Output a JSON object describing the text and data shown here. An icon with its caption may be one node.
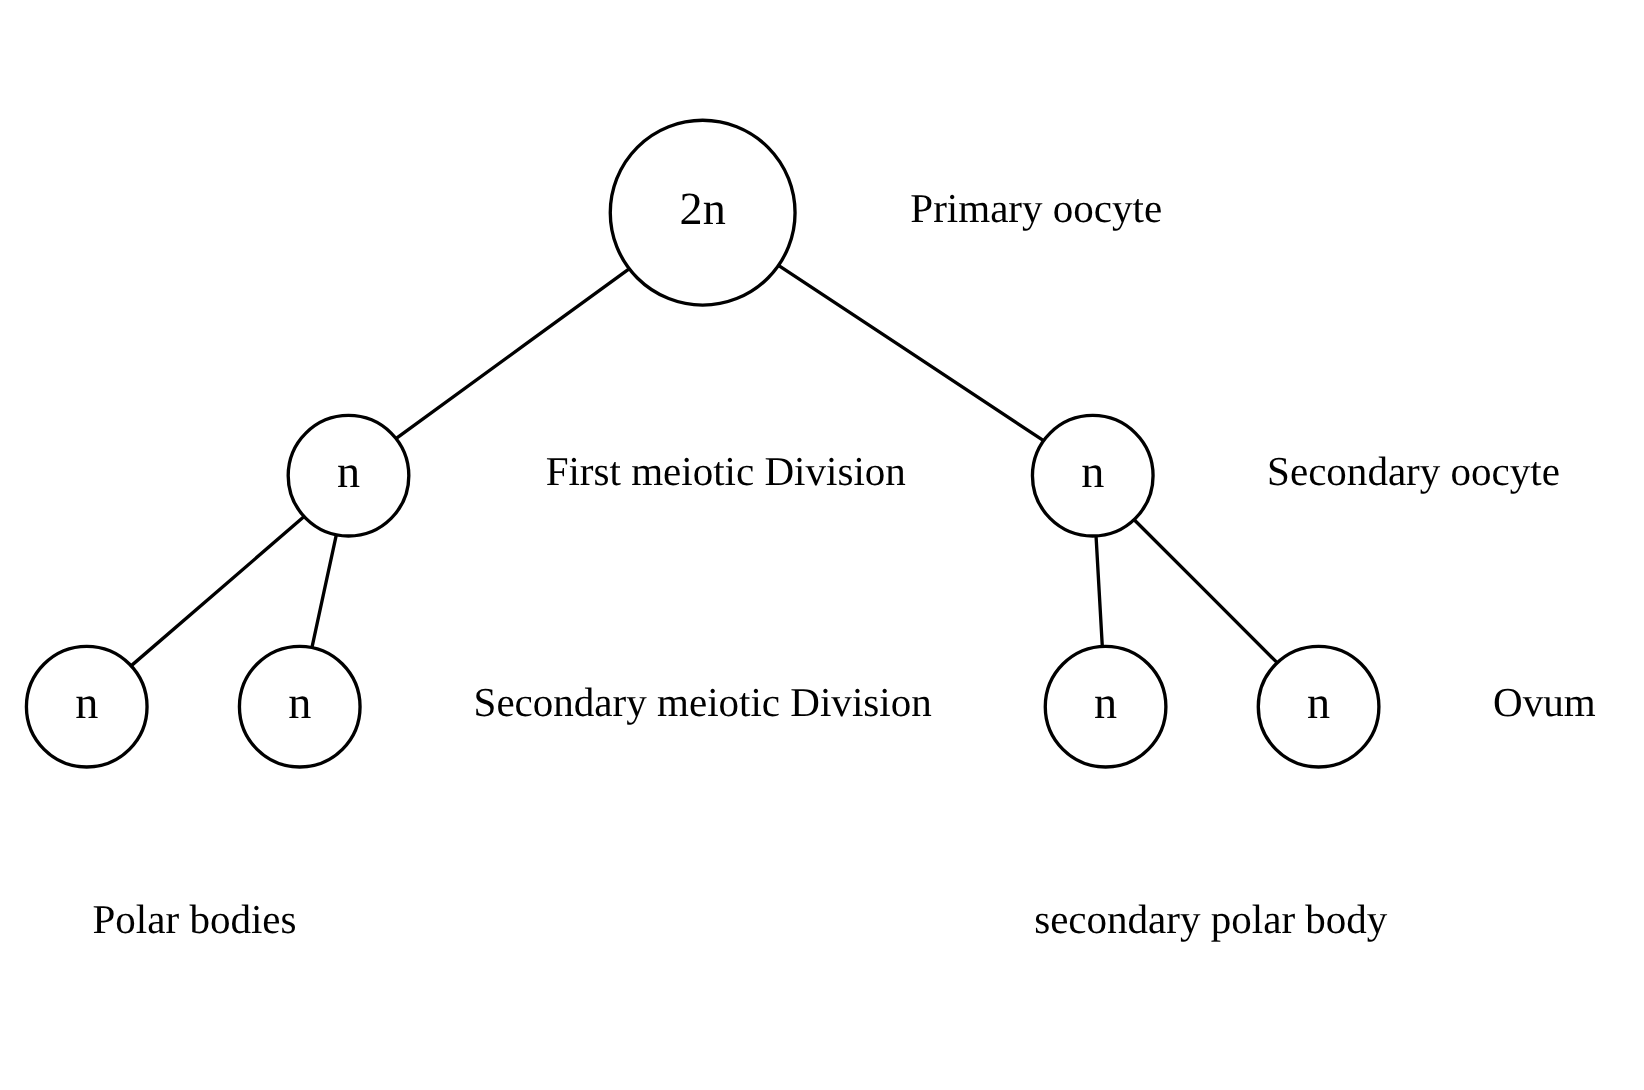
{
  "diagram": {
    "nodes": [
      {
        "text": [
          "2n"
        ],
        "beside": [
          "Primary oocyte"
        ]
      },
      {
        "text": [
          "n"
        ]
      },
      {
        "text": [
          "n"
        ],
        "beside": [
          "Secondary oocyte"
        ]
      },
      {
        "text": [
          "n"
        ]
      },
      {
        "text": [
          "n"
        ]
      },
      {
        "text": [
          "n"
        ]
      },
      {
        "text": [
          "n"
        ],
        "beside": [
          "Ovum"
        ]
      }
    ],
    "edges": [
      {
        "from": 0,
        "to": 1,
        "arrow": "none"
      },
      {
        "from": 0,
        "to": 2,
        "arrow": "none"
      },
      {
        "from": 1,
        "to": 3,
        "arrow": "none"
      },
      {
        "from": 1,
        "to": 4,
        "arrow": "none"
      },
      {
        "from": 2,
        "to": 5,
        "arrow": "none"
      },
      {
        "from": 2,
        "to": 6,
        "arrow": "none"
      }
    ],
    "labels": [
      "First meiotic Division",
      "Secondary meiotic Division",
      "Polar bodies",
      "secondary polar body"
    ]
  }
}
